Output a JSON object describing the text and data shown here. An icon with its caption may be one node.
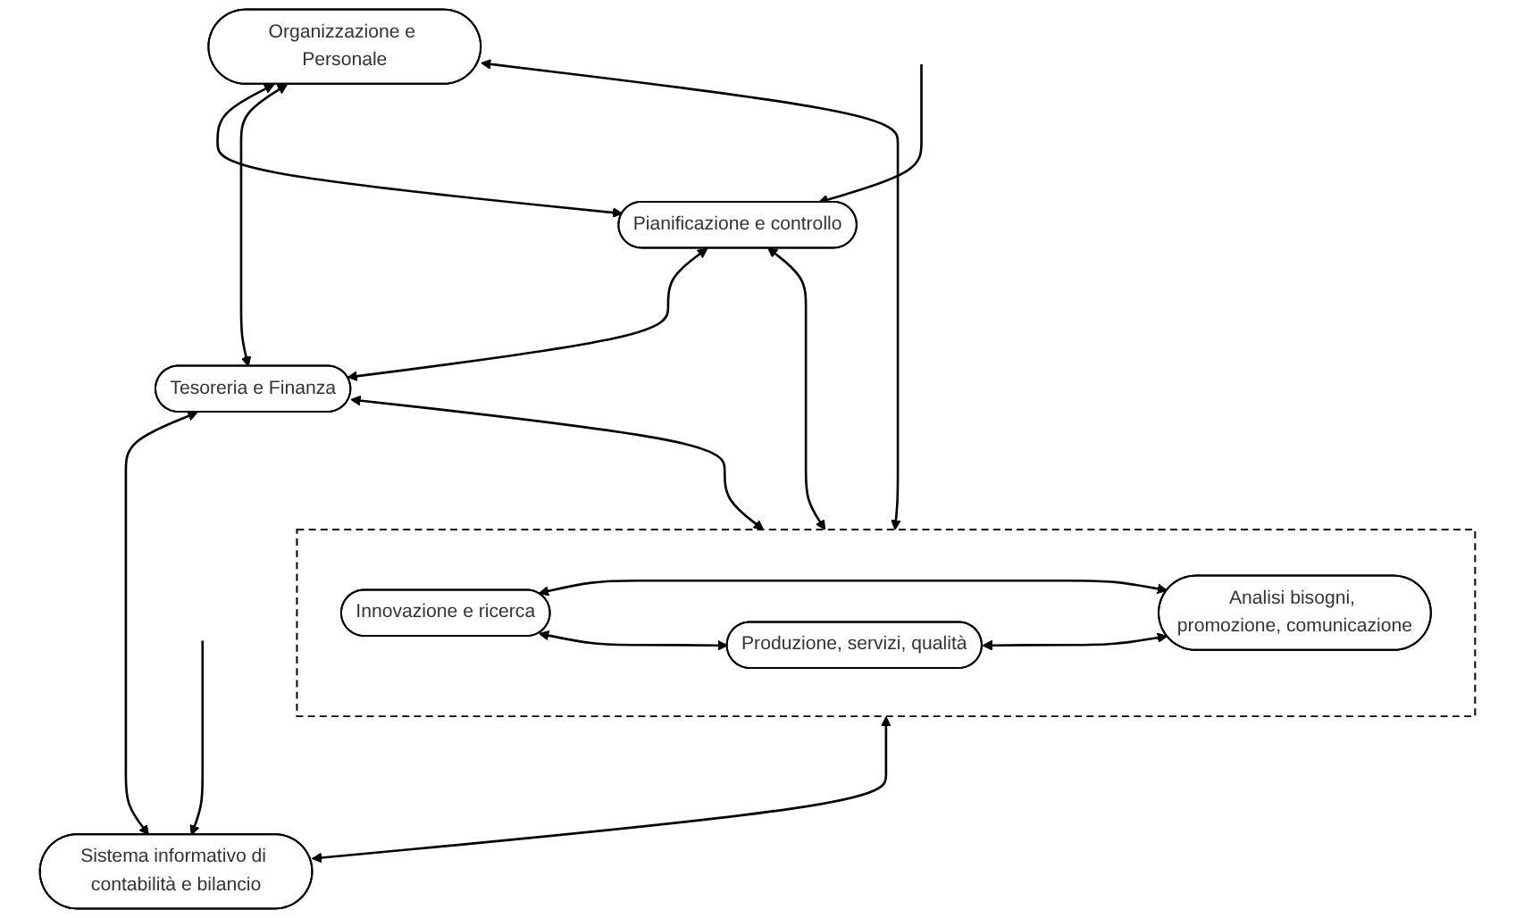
{
  "diagram": {
    "nodes": [
      {
        "text": [
          "Pianificazione e controllo"
        ]
      },
      {
        "text": [
          "Organizzazione e Personale"
        ]
      },
      {
        "text": [
          "Tesoreria e Finanza"
        ]
      },
      {
        "text": [],
        "shape": "trapezoid"
      },
      {
        "text": [
          "Innovazione e ricerca"
        ],
        "in": 3
      },
      {
        "text": [
          "Produzione, servizi, qualità"
        ],
        "in": 3
      },
      {
        "text": [
          "Analisi bisogni, promozione, comunicazione"
        ],
        "in": 3
      },
      {
        "text": [
          "Sistema informativo di contabilità e bilancio"
        ]
      }
    ],
    "edges": [
      {
        "from": 1,
        "to": 0,
        "arrow": "both"
      },
      {
        "from": 0,
        "to": 2,
        "arrow": "both"
      },
      {
        "from": null,
        "to": 0,
        "arrow": "to"
      },
      {
        "from": 1,
        "to": 3,
        "arrow": "both"
      },
      {
        "from": 0,
        "to": 3,
        "arrow": "both"
      },
      {
        "from": 2,
        "to": 3,
        "arrow": "both"
      },
      {
        "from": 4,
        "to": 5,
        "arrow": "both"
      },
      {
        "from": 4,
        "to": 6,
        "arrow": "both"
      },
      {
        "from": 5,
        "to": 6,
        "arrow": "both"
      },
      {
        "from": 3,
        "to": 7,
        "arrow": "both"
      },
      {
        "from": 2,
        "to": 7,
        "arrow": "both"
      },
      {
        "from": null,
        "to": 7,
        "arrow": "to"
      },
      {
        "from": 1,
        "to": 2,
        "arrow": "both"
      }
    ]
  }
}
